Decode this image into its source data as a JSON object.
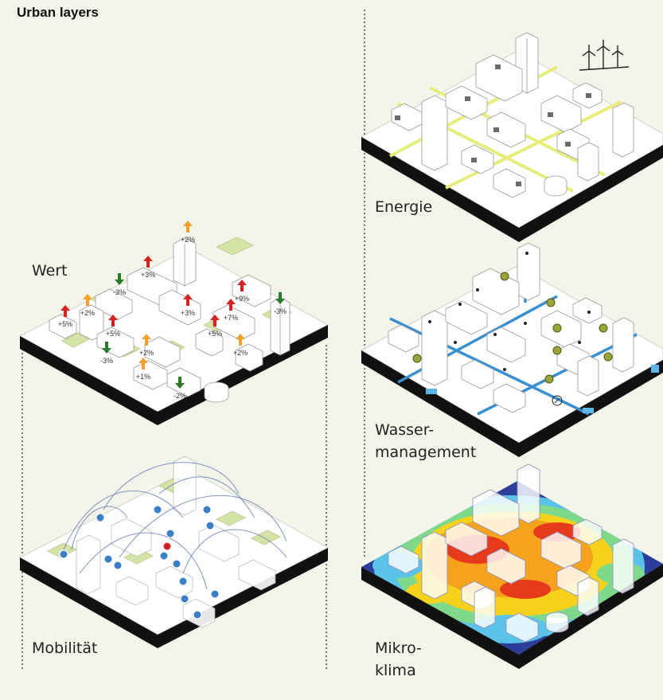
{
  "header": {
    "title": "Urban layers"
  },
  "panels": {
    "wert": {
      "label": "Wert"
    },
    "mobilitaet": {
      "label": "Mobilität"
    },
    "energie": {
      "label": "Energie"
    },
    "wasser": {
      "label_line1": "Wasser-",
      "label_line2": "management"
    },
    "mikroklima": {
      "label_line1": "Mikro-",
      "label_line2": "klima"
    }
  },
  "value_markers": [
    {
      "text": "+2%",
      "direction": "up",
      "color": "#f3a12b"
    },
    {
      "text": "+3%",
      "direction": "up",
      "color": "#d42323"
    },
    {
      "text": "-3%",
      "direction": "down",
      "color": "#2a7a2a"
    },
    {
      "text": "+2%",
      "direction": "up",
      "color": "#f3a12b"
    },
    {
      "text": "+5%",
      "direction": "up",
      "color": "#d42323"
    },
    {
      "text": "+5%",
      "direction": "up",
      "color": "#d42323"
    },
    {
      "text": "+3%",
      "direction": "up",
      "color": "#d42323"
    },
    {
      "text": "+9%",
      "direction": "up",
      "color": "#d42323"
    },
    {
      "text": "-3%",
      "direction": "down",
      "color": "#2a7a2a"
    },
    {
      "text": "+7%",
      "direction": "up",
      "color": "#d42323"
    },
    {
      "text": "+5%",
      "direction": "up",
      "color": "#d42323"
    },
    {
      "text": "+2%",
      "direction": "up",
      "color": "#f3a12b"
    },
    {
      "text": "-3%",
      "direction": "down",
      "color": "#2a7a2a"
    },
    {
      "text": "+2%",
      "direction": "up",
      "color": "#f3a12b"
    },
    {
      "text": "+1%",
      "direction": "up",
      "color": "#f3a12b"
    },
    {
      "text": "-2%",
      "direction": "down",
      "color": "#2a7a2a"
    }
  ],
  "colors": {
    "background": "#f4f5ea",
    "slab_dark": "#111111",
    "building_face": "#ffffff",
    "green_plot": "#d6e3a6",
    "energy_line": "#e8ec7a",
    "water_line": "#3a8fd0",
    "heat_hot": "#e63a1c",
    "heat_warm": "#f7d21c",
    "heat_cool": "#5cc3e8",
    "heat_cold": "#2c3d9a"
  }
}
